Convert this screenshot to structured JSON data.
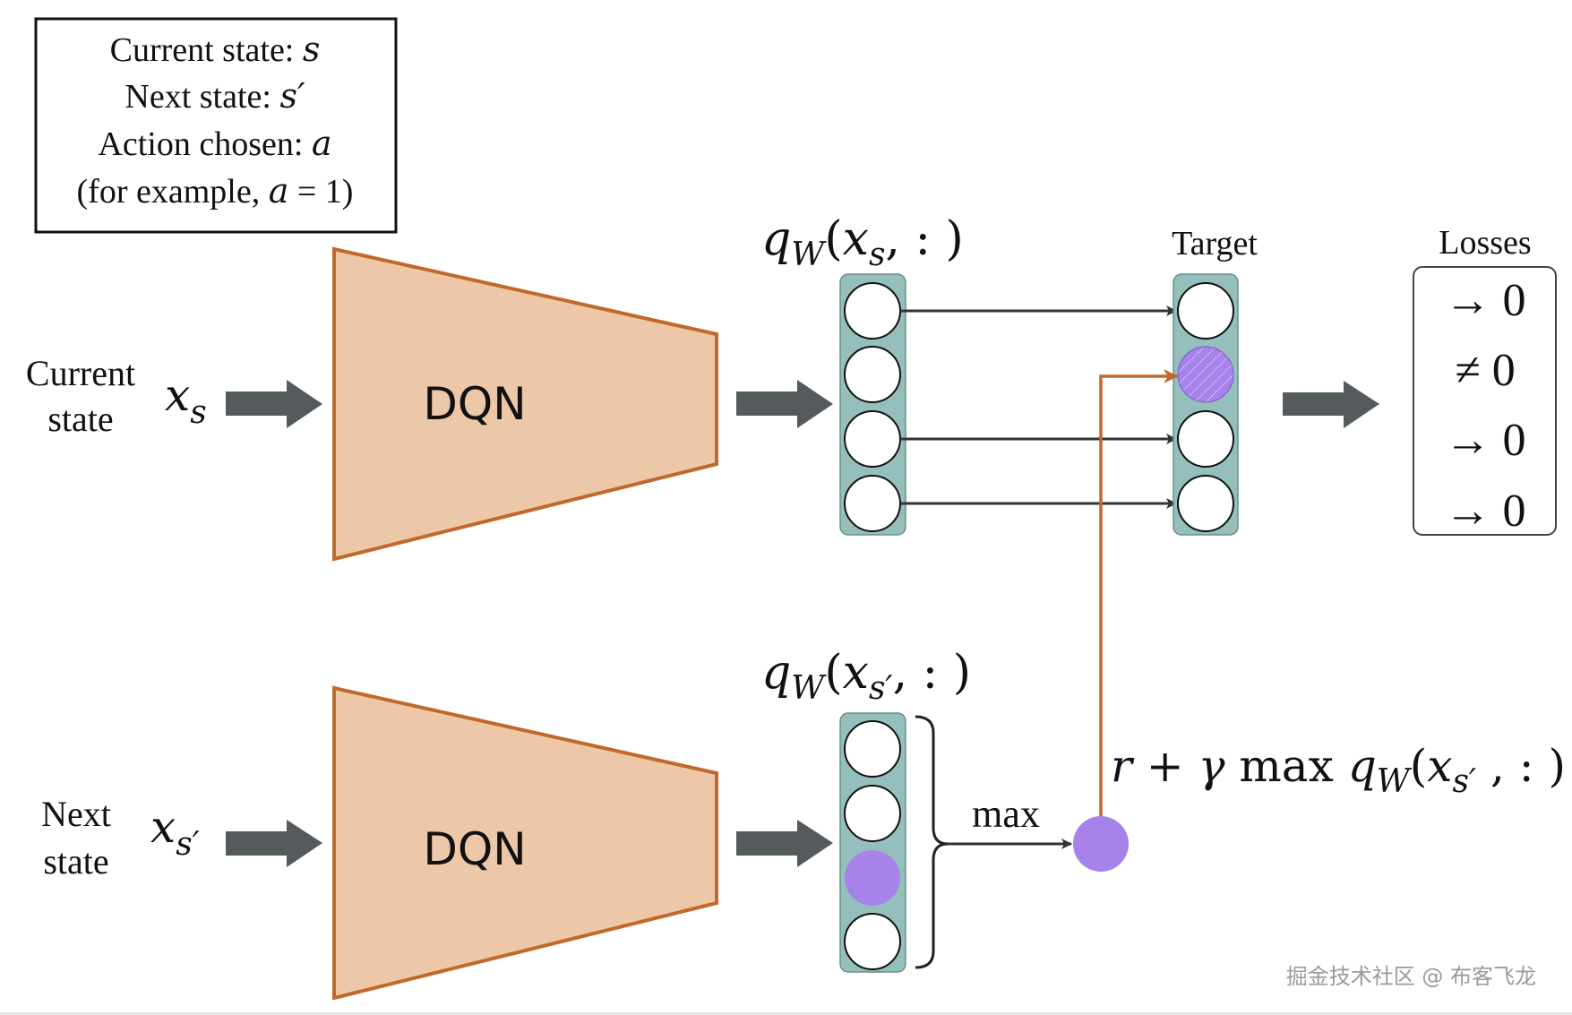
{
  "legend_box": {
    "lines": [
      {
        "text": "Current state: ",
        "var": "s"
      },
      {
        "text": "Next state: ",
        "var": "s′"
      },
      {
        "text": "Action chosen: ",
        "var": "a"
      },
      {
        "text": "(for example, ",
        "var": "a",
        "suffix": " = 1)"
      }
    ]
  },
  "top_row": {
    "state_label_line1": "Current",
    "state_label_line2": "state",
    "input_var": "x",
    "input_sub": "s",
    "network_label": "DQN",
    "output_label": {
      "q": "q",
      "sub": "W",
      "arg": "x",
      "arg_sub": "s",
      "rest": ", : )"
    },
    "target_label": "Target",
    "losses_label": "Losses",
    "losses": [
      {
        "symbol": "→",
        "value": "0"
      },
      {
        "symbol": "≠",
        "value": "0"
      },
      {
        "symbol": "→",
        "value": "0"
      },
      {
        "symbol": "→",
        "value": "0"
      }
    ],
    "target_highlight_index": 1
  },
  "bottom_row": {
    "state_label_line1": "Next",
    "state_label_line2": "state",
    "input_var": "x",
    "input_sub": "s′",
    "network_label": "DQN",
    "output_label": {
      "q": "q",
      "sub": "W",
      "arg": "x",
      "arg_sub": "s′",
      "rest": ", : )"
    },
    "max_label": "max",
    "max_index": 2,
    "formula": {
      "r": "r",
      "plus": " + ",
      "gamma": "γ",
      "max": " max ",
      "q": "q",
      "sub": "W",
      "arg": "x",
      "arg_sub": "s′",
      "rest": " , : )"
    }
  },
  "colors": {
    "network_fill": "#edc8a8",
    "network_stroke": "#c0692a",
    "column_fill": "#94bfbd",
    "highlight": "#a682ea",
    "block_arrow": "#555a5c",
    "orange_line": "#c0692a"
  },
  "watermark": "掘金技术社区 @ 布客飞龙"
}
